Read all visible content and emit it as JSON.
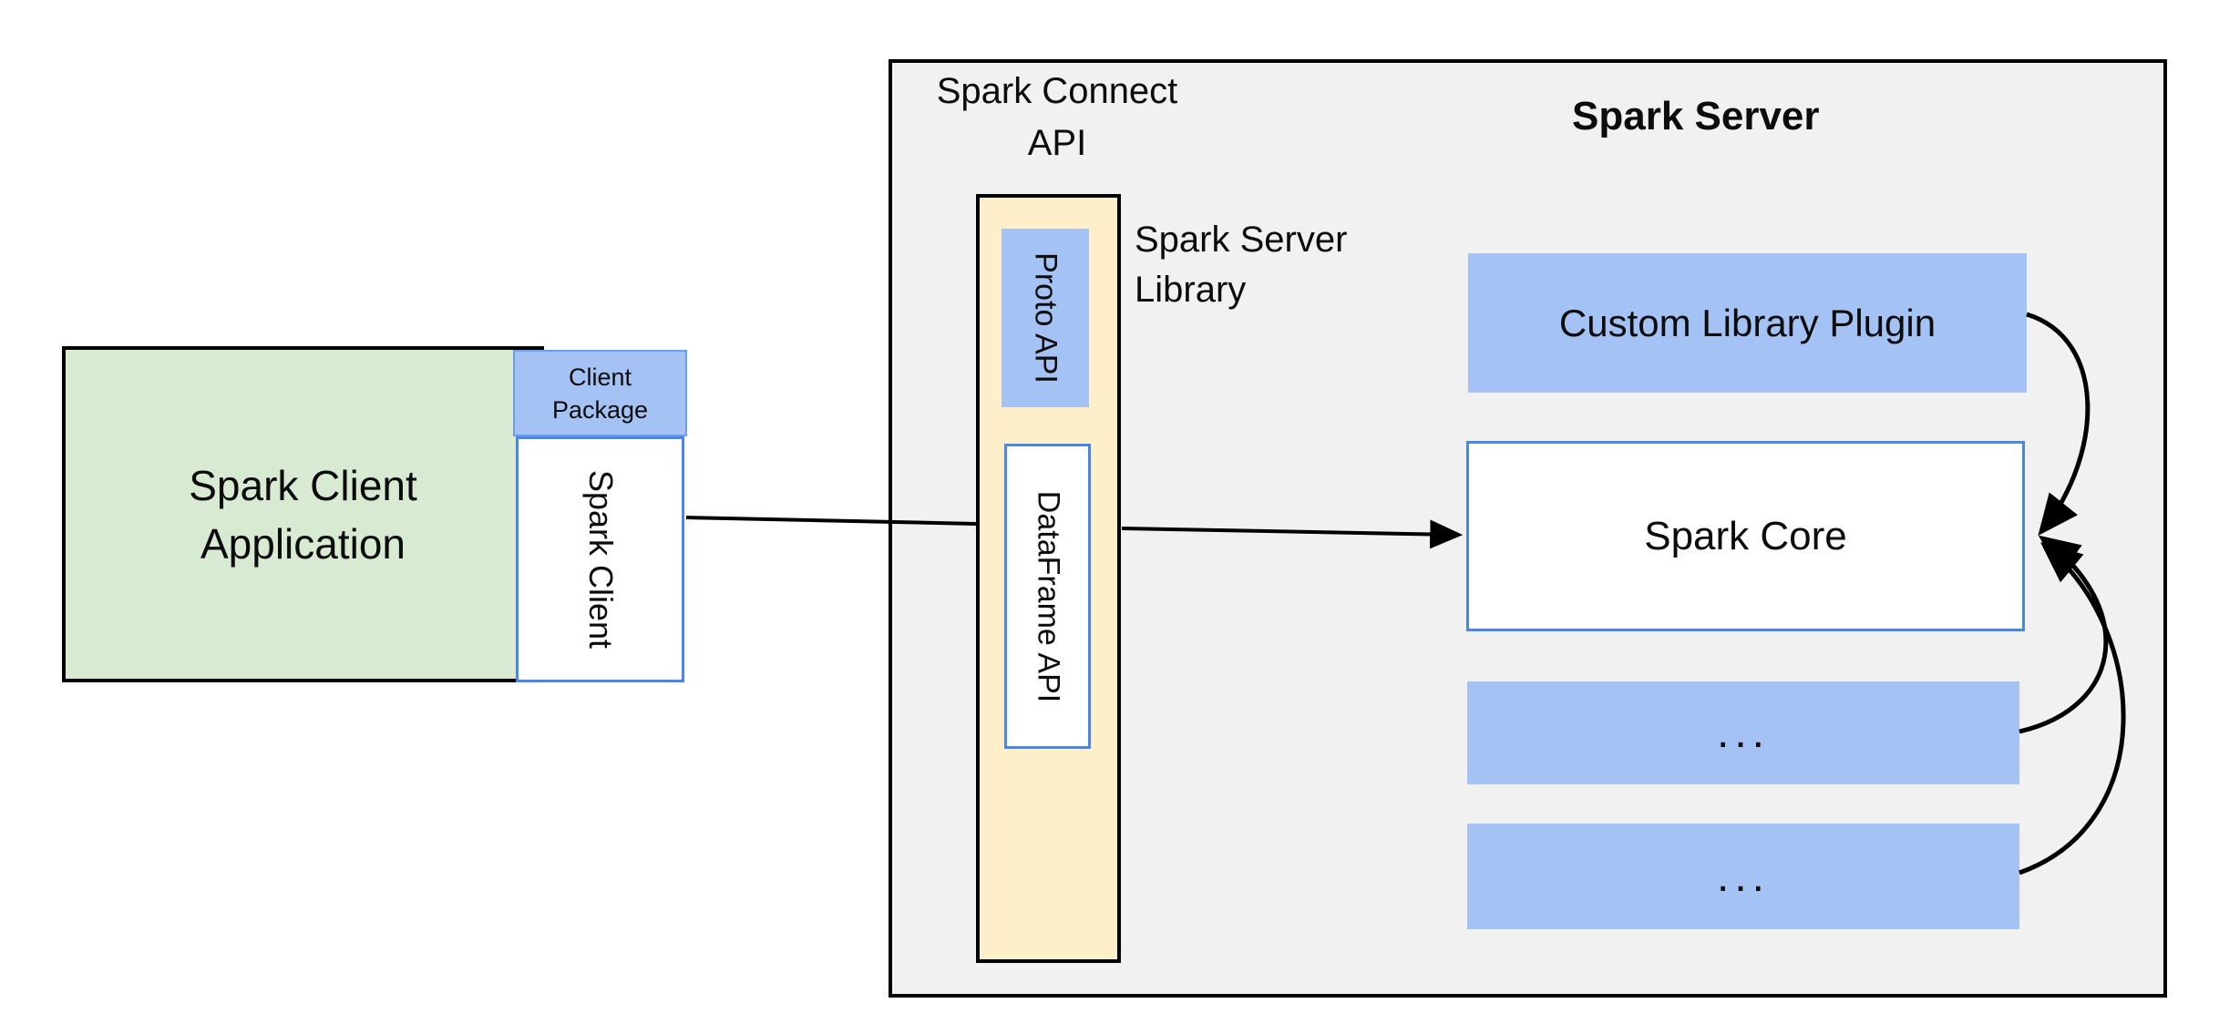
{
  "client": {
    "app_lines": [
      "Spark Client",
      "Application"
    ],
    "package_lines": [
      "Client",
      "Package"
    ],
    "spark_client": "Spark Client"
  },
  "server": {
    "connect_api_lines": [
      "Spark Connect",
      "API"
    ],
    "title": "Spark Server",
    "library_lines": [
      "Spark Server",
      "Library"
    ],
    "proto_api": "Proto API",
    "dataframe_api": "DataFrame API",
    "plugin": "Custom Library Plugin",
    "core": "Spark Core",
    "more_1": "...",
    "more_2": "..."
  },
  "colors": {
    "blue_fill": "#A4C2F4",
    "blue_border": "#4A86E8",
    "green_fill": "#D9EAD3",
    "cream_fill": "#FCEFC9",
    "server_background": "#F1F1F2",
    "outline_black": "#000000"
  }
}
